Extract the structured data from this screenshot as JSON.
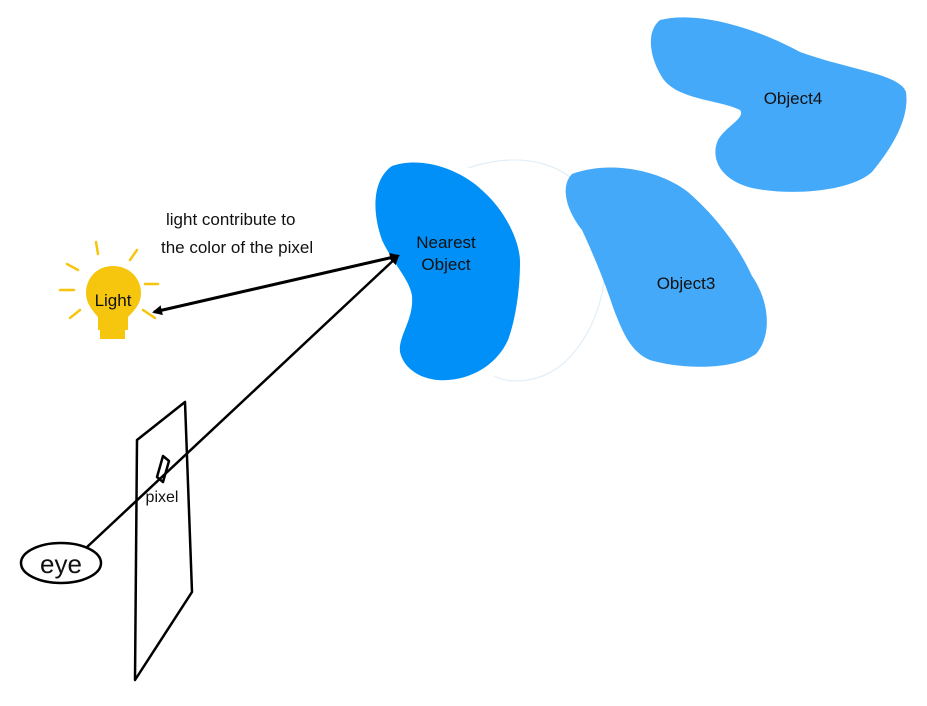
{
  "annotation": {
    "line1": "light contribute to",
    "line2": "the color of the pixel"
  },
  "light": {
    "label": "Light",
    "color": "#F6C50E"
  },
  "nearest_object": {
    "line1": "Nearest",
    "line2": "Object",
    "color": "#0090F7"
  },
  "object3": {
    "label": "Object3",
    "color": "#45A9F9"
  },
  "object4": {
    "label": "Object4",
    "color": "#45A9F9"
  },
  "pixel": {
    "label": "pixel"
  },
  "eye": {
    "label": "eye"
  }
}
